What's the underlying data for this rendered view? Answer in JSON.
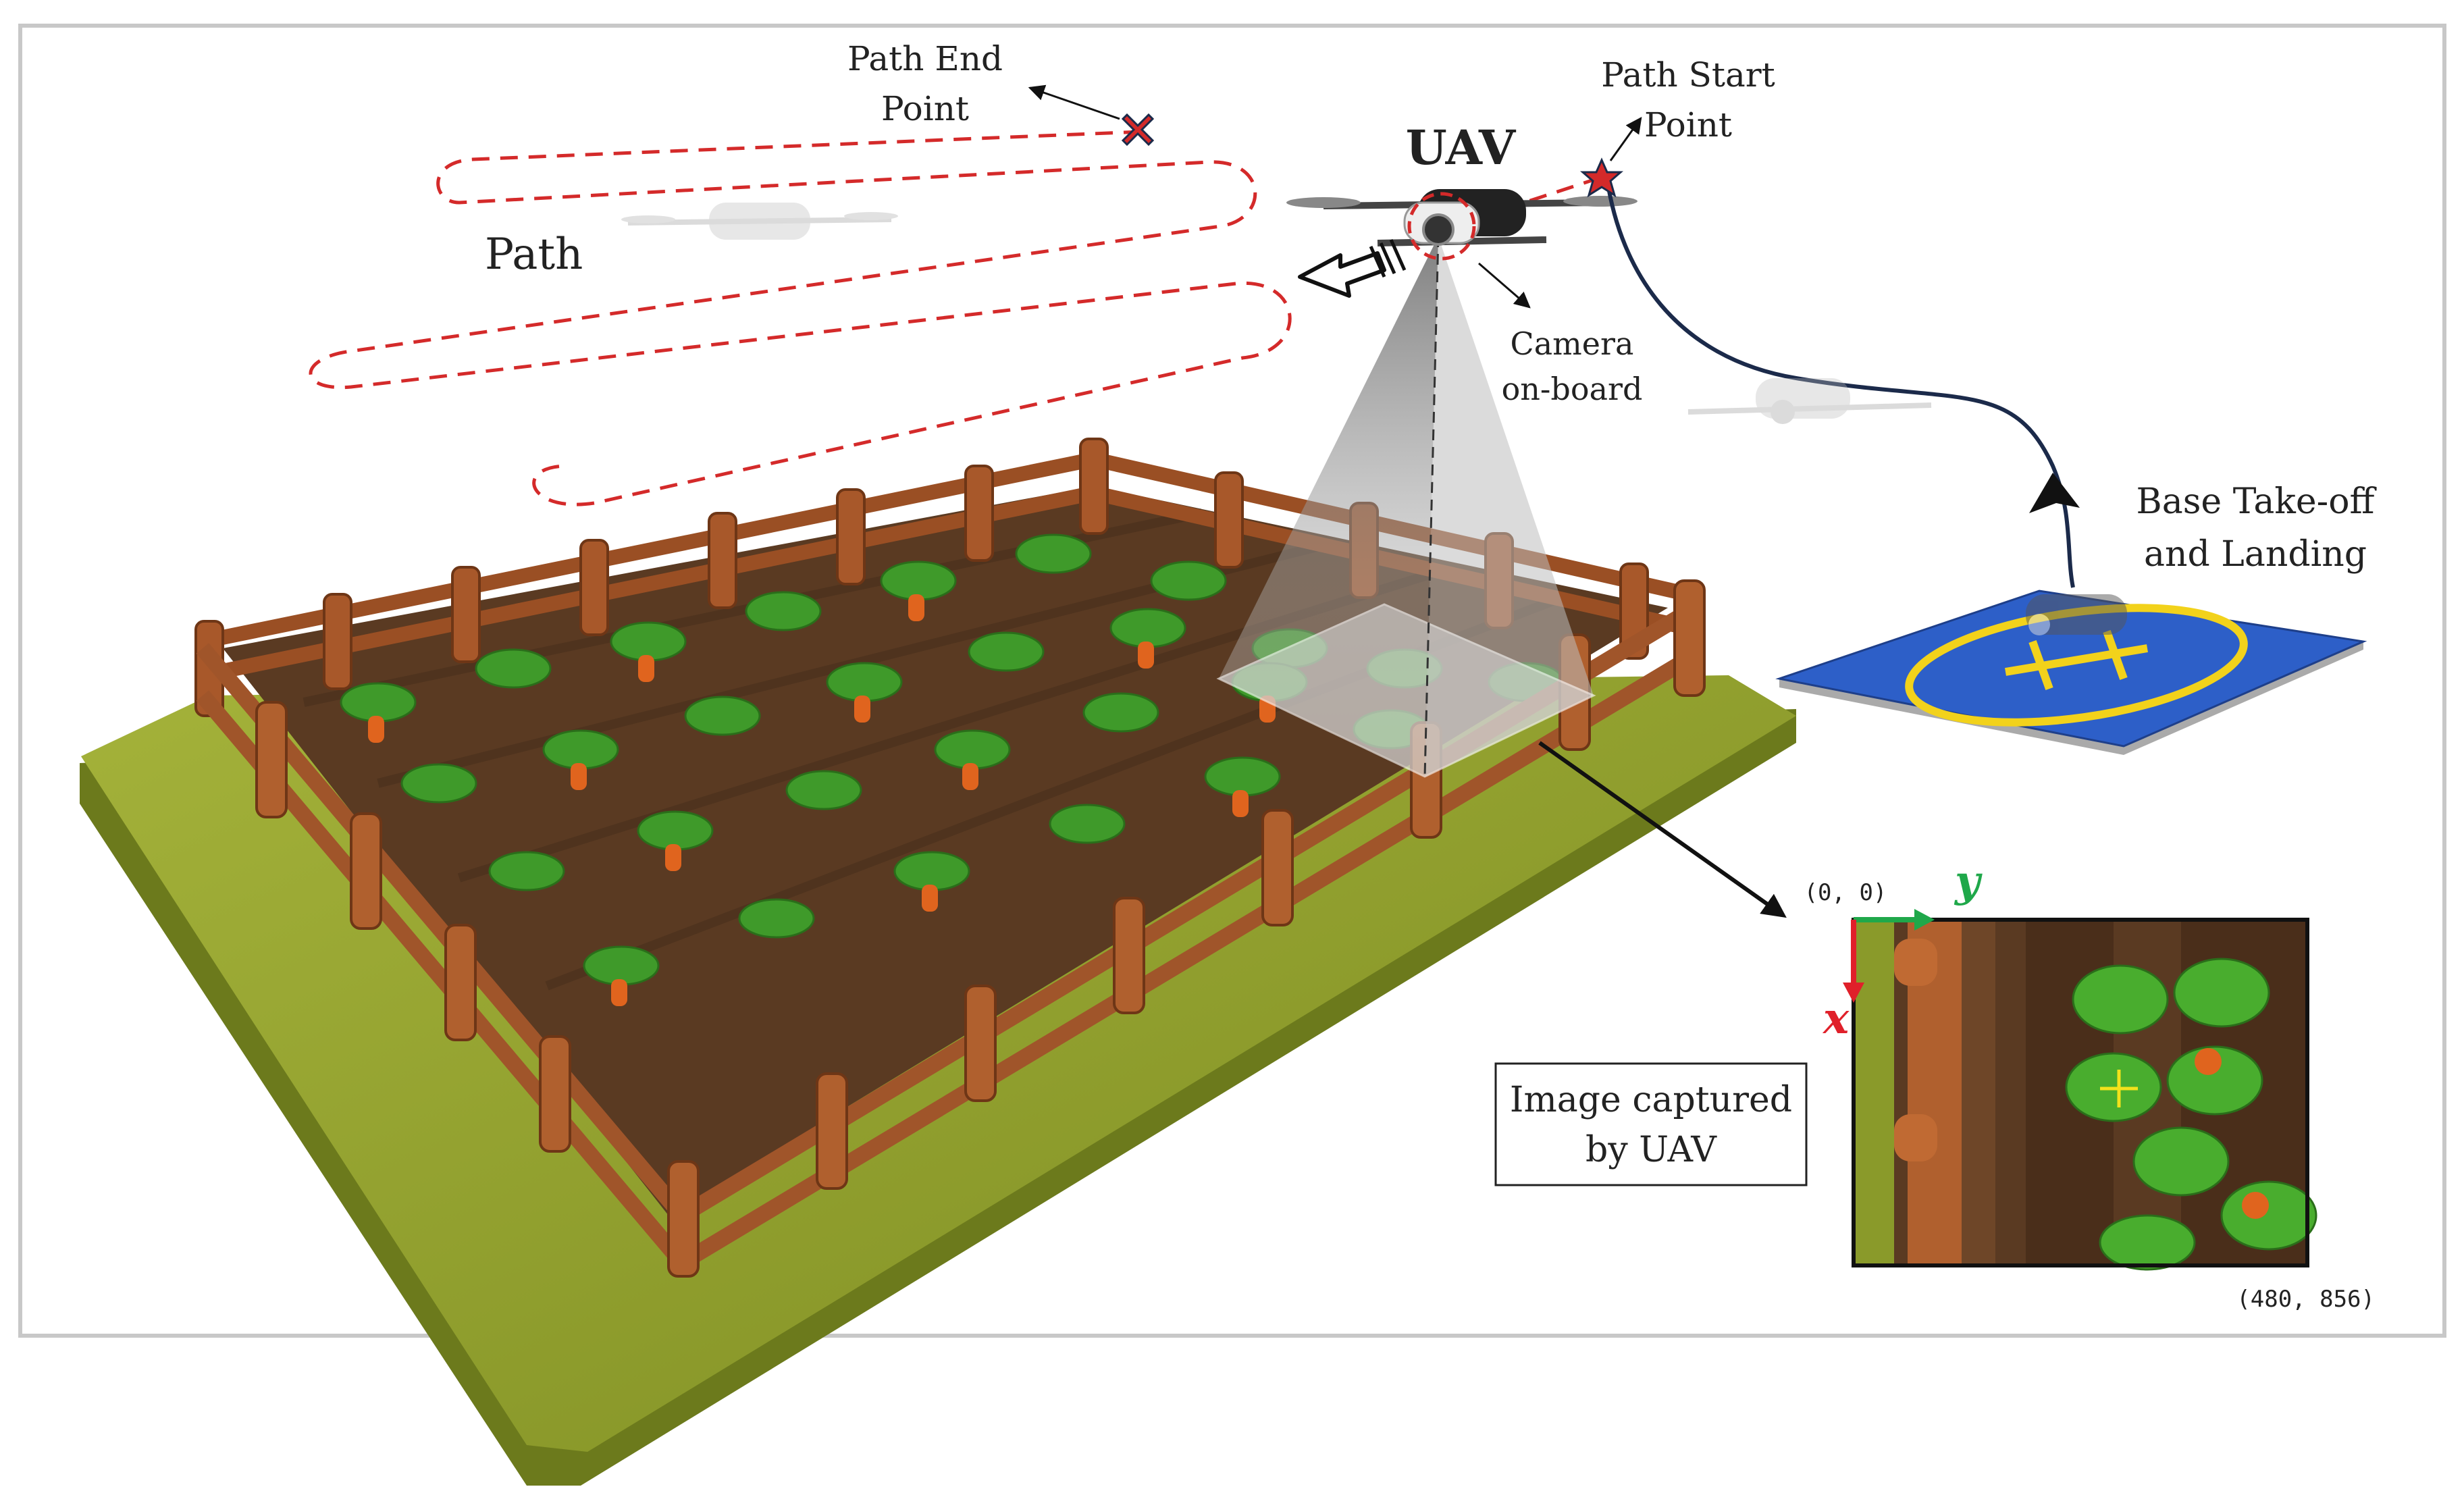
{
  "labels": {
    "path_end_point": [
      "Path End",
      "Point"
    ],
    "path_start_point": [
      "Path Start",
      "Point"
    ],
    "uav": "UAV",
    "path": "Path",
    "camera": [
      "Camera",
      "on-board"
    ],
    "base": [
      "Base Take-off",
      "and Landing"
    ],
    "image_captured": [
      "Image captured",
      "by UAV"
    ],
    "origin": "(0, 0)",
    "corner": "(480, 856)",
    "axis_x": "x",
    "axis_y": "y"
  },
  "colors": {
    "path_dashed": "#d42a2a",
    "return_path": "#1b2a4a",
    "ground": "#8a9a2a",
    "soil": "#5a3a22",
    "fence": "#a0552a",
    "leaf": "#3f9a2a",
    "carrot": "#e0641e",
    "helipad_blue": "#2d5fc8",
    "helipad_yellow": "#f2d21b",
    "axis_x": "#e0202a",
    "axis_y": "#1fa84a"
  },
  "icons": {
    "path_end_marker": "x-cross-icon",
    "path_start_marker": "star-icon",
    "direction": "arrow-left-icon",
    "center_marker": "crosshair-icon"
  }
}
